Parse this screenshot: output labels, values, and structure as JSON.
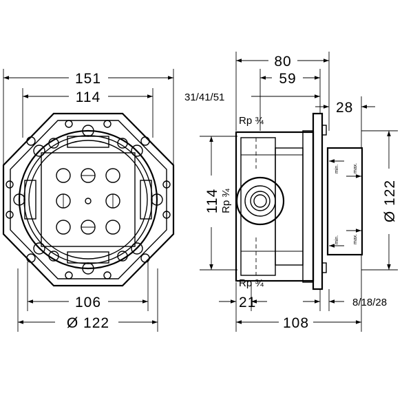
{
  "front_view": {
    "width_overall": "151",
    "width_inner": "114",
    "width_bottom": "106",
    "diameter": "Ø 122"
  },
  "side_view": {
    "depth_overall": "80",
    "depth_inner": "59",
    "offsets": "31/41/51",
    "cover_depth": "28",
    "thread_top": "Rp ¾",
    "thread_side": "Rp ¾",
    "thread_bottom": "Rp ¾",
    "height": "114",
    "diameter": "Ø 122",
    "left_offset": "21",
    "plate_offsets": "8/18/28",
    "depth_total": "108",
    "min_label_top": "min.",
    "max_label_top": "max.",
    "min_label_bottom": "min.",
    "max_label_bottom": "max."
  },
  "colors": {
    "line": "#000000",
    "background": "#ffffff"
  }
}
